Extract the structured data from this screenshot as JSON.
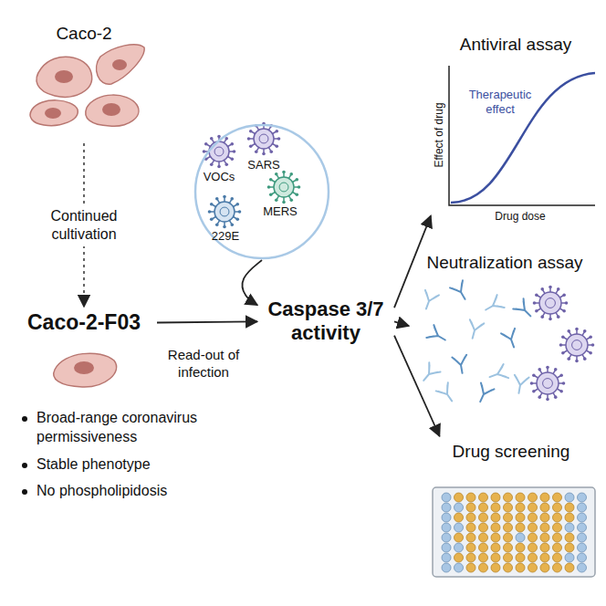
{
  "diagram": {
    "nodes": [
      {
        "text": [
          "Caco-2"
        ]
      },
      {
        "text": [
          "Caco-2-F03"
        ]
      },
      {
        "text": [
          "VOCs",
          "SARS",
          "MERS",
          "229E"
        ]
      },
      {
        "text": [
          "Caspase 3/7 activity"
        ]
      },
      {
        "text": [
          "Antiviral assay"
        ]
      },
      {
        "text": [
          "Neutralization assay"
        ]
      },
      {
        "text": [
          "Drug screening"
        ]
      }
    ],
    "edges": [
      {
        "from": 0,
        "to": 1,
        "label": "Continued cultivation",
        "arrow": "to"
      },
      {
        "from": 1,
        "to": 3,
        "label": "Read-out of infection",
        "arrow": "to"
      },
      {
        "from": 2,
        "to": 3,
        "arrow": "to"
      },
      {
        "from": 3,
        "to": 4,
        "arrow": "to"
      },
      {
        "from": 3,
        "to": 5,
        "arrow": "to"
      },
      {
        "from": 3,
        "to": 6,
        "arrow": "to"
      }
    ],
    "labels": [
      "Broad-range coronavirus permissiveness",
      "Stable phenotype",
      "No phospholipidosis",
      "Therapeutic effect",
      "Effect of drug",
      "Drug dose"
    ]
  }
}
